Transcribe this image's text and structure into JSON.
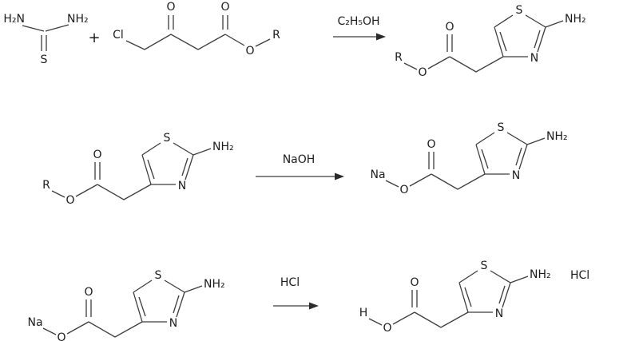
{
  "colors": {
    "ink": "#1c1c1c",
    "bond": "#3c3c3c",
    "background": "#ffffff"
  },
  "scheme": {
    "plus": "+",
    "thiourea": {
      "h2n": "H₂N",
      "nh2": "NH₂",
      "s": "S"
    },
    "chloroester": {
      "cl": "Cl",
      "o_ketone": "O",
      "o_carbonyl": "O",
      "o_ester": "O",
      "r": "R"
    },
    "steps": [
      {
        "reagent": "C₂H₅OH"
      },
      {
        "reagent": "NaOH"
      },
      {
        "reagent": "HCl"
      }
    ],
    "products": [
      {
        "left": "R",
        "o_ester": "O",
        "o_carbonyl": "O",
        "s": "S",
        "n": "N",
        "nh2": "NH₂"
      },
      {
        "left": "R",
        "o_ester": "O",
        "o_carbonyl": "O",
        "s": "S",
        "n": "N",
        "nh2": "NH₂"
      },
      {
        "left": "Na",
        "o_ester": "O",
        "o_carbonyl": "O",
        "s": "S",
        "n": "N",
        "nh2": "NH₂"
      },
      {
        "left": "Na",
        "o_ester": "O",
        "o_carbonyl": "O",
        "s": "S",
        "n": "N",
        "nh2": "NH₂"
      },
      {
        "left": "H",
        "o_ester": "O",
        "o_carbonyl": "O",
        "s": "S",
        "n": "N",
        "nh2": "NH₂"
      }
    ],
    "hcl_salt": "HCl"
  }
}
